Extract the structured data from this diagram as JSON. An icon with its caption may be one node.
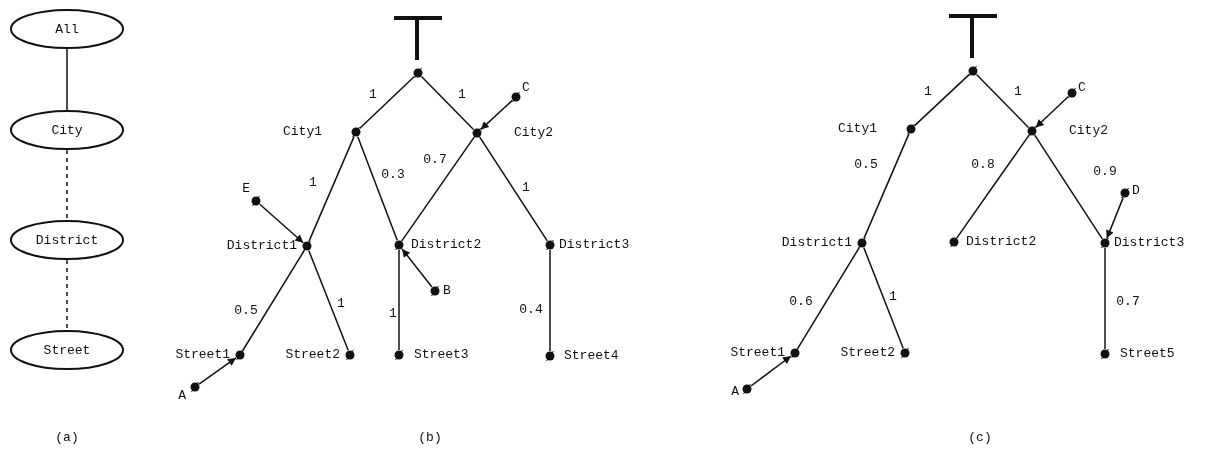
{
  "diagram": {
    "nodes": [
      {
        "text": [
          "All"
        ]
      },
      {
        "text": [
          "City"
        ]
      },
      {
        "text": [
          "District"
        ]
      },
      {
        "text": [
          "Street"
        ]
      },
      {
        "text": [],
        "shape": "circle"
      },
      {
        "text": [],
        "shape": "circle",
        "beside": [
          "City1"
        ]
      },
      {
        "text": [],
        "shape": "circle",
        "beside": [
          "City2"
        ]
      },
      {
        "text": [],
        "shape": "circle",
        "beside": [
          "District1"
        ]
      },
      {
        "text": [],
        "shape": "circle",
        "beside": [
          "District2"
        ]
      },
      {
        "text": [],
        "shape": "circle",
        "beside": [
          "District3"
        ]
      },
      {
        "text": [],
        "shape": "circle",
        "beside": [
          "Street1"
        ]
      },
      {
        "text": [],
        "shape": "circle",
        "beside": [
          "Street2"
        ]
      },
      {
        "text": [],
        "shape": "circle",
        "beside": [
          "Street3"
        ]
      },
      {
        "text": [],
        "shape": "circle",
        "beside": [
          "Street4"
        ]
      },
      {
        "text": [],
        "shape": "circle",
        "beside": [
          "E"
        ]
      },
      {
        "text": [],
        "shape": "circle",
        "beside": [
          "B"
        ]
      },
      {
        "text": [],
        "shape": "circle",
        "beside": [
          "A"
        ]
      },
      {
        "text": [],
        "shape": "circle",
        "beside": [
          "C"
        ]
      },
      {
        "text": [],
        "shape": "circle"
      },
      {
        "text": [],
        "shape": "circle",
        "beside": [
          "City1"
        ]
      },
      {
        "text": [],
        "shape": "circle",
        "beside": [
          "City2"
        ]
      },
      {
        "text": [],
        "shape": "circle",
        "beside": [
          "District1"
        ]
      },
      {
        "text": [],
        "shape": "circle",
        "beside": [
          "District2"
        ]
      },
      {
        "text": [],
        "shape": "circle",
        "beside": [
          "District3"
        ]
      },
      {
        "text": [],
        "shape": "circle",
        "beside": [
          "Street1"
        ]
      },
      {
        "text": [],
        "shape": "circle",
        "beside": [
          "Street2"
        ]
      },
      {
        "text": [],
        "shape": "circle",
        "beside": [
          "Street5"
        ]
      },
      {
        "text": [],
        "shape": "circle",
        "beside": [
          "A"
        ]
      },
      {
        "text": [],
        "shape": "circle",
        "beside": [
          "C"
        ]
      },
      {
        "text": [],
        "shape": "circle",
        "beside": [
          "D"
        ]
      }
    ],
    "edges": [
      {
        "from": 0,
        "to": 1,
        "arrow": "none"
      },
      {
        "from": 1,
        "to": 2,
        "arrow": "none",
        "style": "dashed"
      },
      {
        "from": 2,
        "to": 3,
        "arrow": "none",
        "style": "dashed"
      },
      {
        "from": 4,
        "to": 5,
        "arrow": "none",
        "label": "1"
      },
      {
        "from": 4,
        "to": 6,
        "arrow": "none",
        "label": "1"
      },
      {
        "from": 5,
        "to": 7,
        "arrow": "none",
        "label": "1"
      },
      {
        "from": 5,
        "to": 8,
        "arrow": "none",
        "label": "0.3"
      },
      {
        "from": 6,
        "to": 8,
        "arrow": "none",
        "label": "0.7"
      },
      {
        "from": 6,
        "to": 9,
        "arrow": "none",
        "label": "1"
      },
      {
        "from": 7,
        "to": 10,
        "arrow": "none",
        "label": "0.5"
      },
      {
        "from": 7,
        "to": 11,
        "arrow": "none",
        "label": "1"
      },
      {
        "from": 8,
        "to": 12,
        "arrow": "none",
        "label": "1"
      },
      {
        "from": 9,
        "to": 13,
        "arrow": "none",
        "label": "0.4"
      },
      {
        "from": 14,
        "to": 7,
        "arrow": "to"
      },
      {
        "from": 15,
        "to": 8,
        "arrow": "to"
      },
      {
        "from": 16,
        "to": 10,
        "arrow": "to"
      },
      {
        "from": 17,
        "to": 6,
        "arrow": "to"
      },
      {
        "from": 18,
        "to": 19,
        "arrow": "none",
        "label": "1"
      },
      {
        "from": 18,
        "to": 20,
        "arrow": "none",
        "label": "1"
      },
      {
        "from": 19,
        "to": 21,
        "arrow": "none",
        "label": "0.5"
      },
      {
        "from": 20,
        "to": 22,
        "arrow": "none",
        "label": "0.8"
      },
      {
        "from": 20,
        "to": 23,
        "arrow": "none",
        "label": "0.9"
      },
      {
        "from": 21,
        "to": 24,
        "arrow": "none",
        "label": "0.6"
      },
      {
        "from": 21,
        "to": 25,
        "arrow": "none",
        "label": "1"
      },
      {
        "from": 23,
        "to": 26,
        "arrow": "none",
        "label": "0.7"
      },
      {
        "from": 27,
        "to": 24,
        "arrow": "to"
      },
      {
        "from": 28,
        "to": 20,
        "arrow": "to"
      },
      {
        "from": 29,
        "to": 23,
        "arrow": "to"
      }
    ],
    "labels": [
      "(a)",
      "(b)",
      "(c)"
    ]
  }
}
